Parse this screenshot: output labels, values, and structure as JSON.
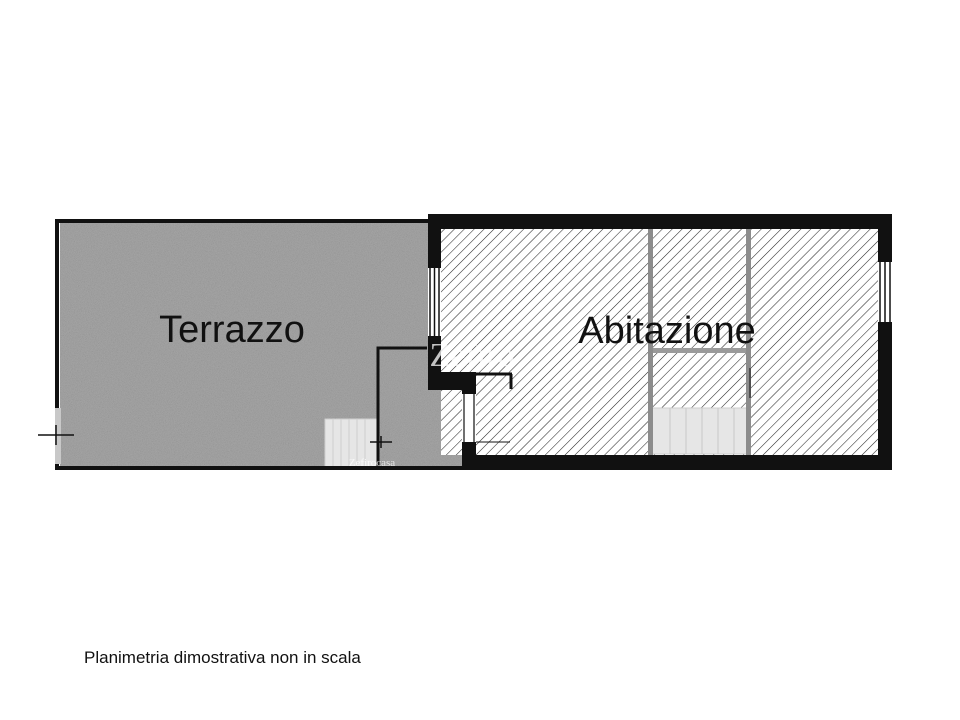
{
  "rooms": {
    "terrace_label": "Terrazzo",
    "dwelling_label": "Abitazione"
  },
  "watermark": {
    "large": "Zefiro",
    "small": "Zefirocasa"
  },
  "caption": "Planimetria dimostrativa non in scala",
  "colors": {
    "wall": "#111111",
    "terrace_floor": "#a9a9a9",
    "hatch": "#2a2a2a",
    "interior_wall": "#8c8c8c",
    "stairs": "#e6e6e6"
  }
}
